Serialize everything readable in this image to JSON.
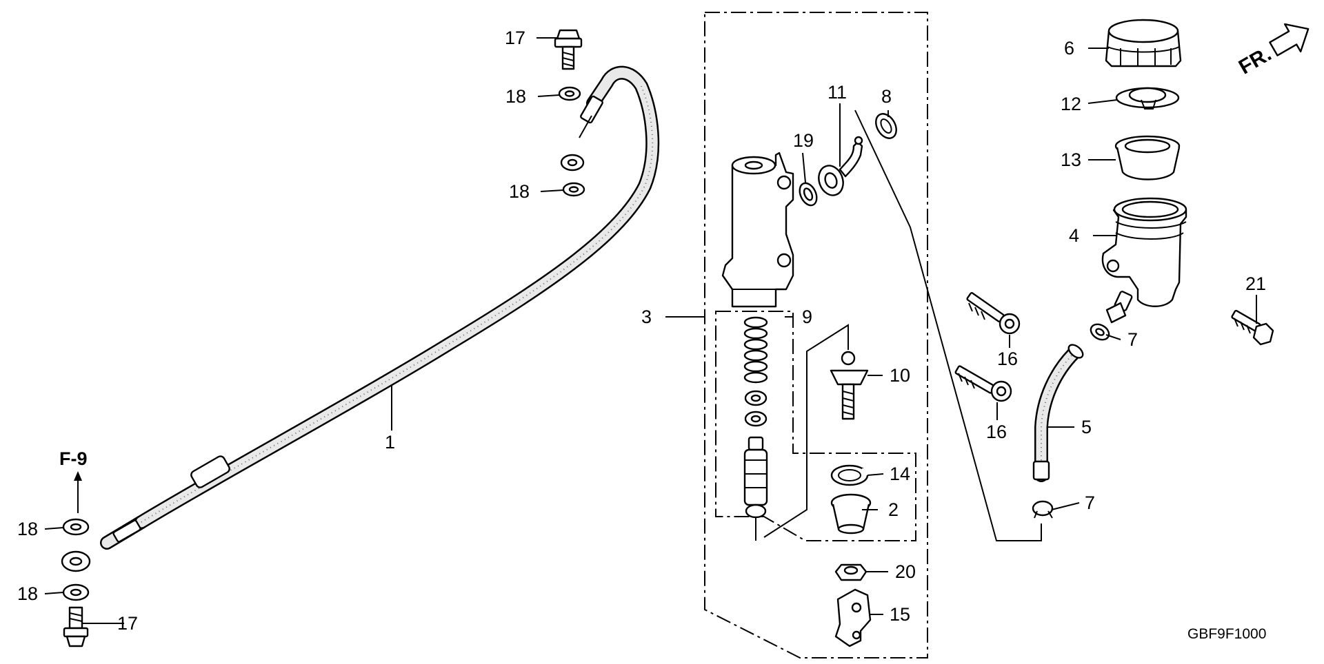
{
  "diagram_code": "GBF9F1000",
  "reference": "F-9",
  "direction_label": "FR.",
  "callouts": [
    {
      "id": "c1",
      "label": "1"
    },
    {
      "id": "c2",
      "label": "2"
    },
    {
      "id": "c3",
      "label": "3"
    },
    {
      "id": "c4",
      "label": "4"
    },
    {
      "id": "c5",
      "label": "5"
    },
    {
      "id": "c6",
      "label": "6"
    },
    {
      "id": "c7a",
      "label": "7"
    },
    {
      "id": "c7b",
      "label": "7"
    },
    {
      "id": "c8",
      "label": "8"
    },
    {
      "id": "c9",
      "label": "9"
    },
    {
      "id": "c10",
      "label": "10"
    },
    {
      "id": "c11",
      "label": "11"
    },
    {
      "id": "c12",
      "label": "12"
    },
    {
      "id": "c13",
      "label": "13"
    },
    {
      "id": "c14",
      "label": "14"
    },
    {
      "id": "c15",
      "label": "15"
    },
    {
      "id": "c16a",
      "label": "16"
    },
    {
      "id": "c16b",
      "label": "16"
    },
    {
      "id": "c17a",
      "label": "17"
    },
    {
      "id": "c17b",
      "label": "17"
    },
    {
      "id": "c18a",
      "label": "18"
    },
    {
      "id": "c18b",
      "label": "18"
    },
    {
      "id": "c18c",
      "label": "18"
    },
    {
      "id": "c18d",
      "label": "18"
    },
    {
      "id": "c19",
      "label": "19"
    },
    {
      "id": "c20",
      "label": "20"
    },
    {
      "id": "c21",
      "label": "21"
    }
  ]
}
